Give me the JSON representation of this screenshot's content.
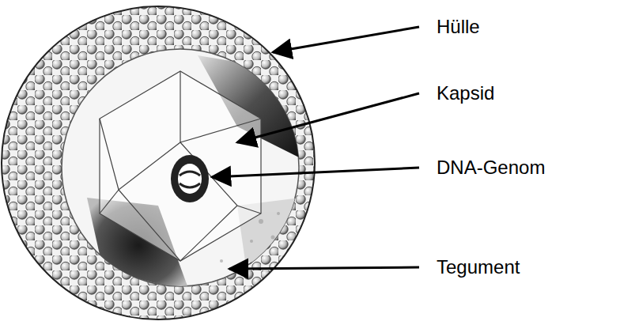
{
  "diagram": {
    "labels": [
      "Hülle",
      "Kapsid",
      "DNA-Genom",
      "Tegument"
    ]
  }
}
